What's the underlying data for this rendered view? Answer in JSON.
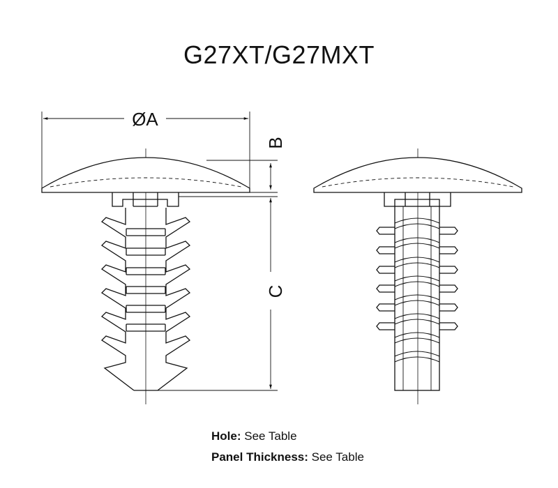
{
  "title": "G27XT/G27MXT",
  "dimensions": {
    "diameter_label": "ØA",
    "height_label": "B",
    "length_label": "C"
  },
  "notes": {
    "hole_label": "Hole:",
    "hole_value": "See Table",
    "panel_label": "Panel Thickness:",
    "panel_value": "See Table"
  }
}
